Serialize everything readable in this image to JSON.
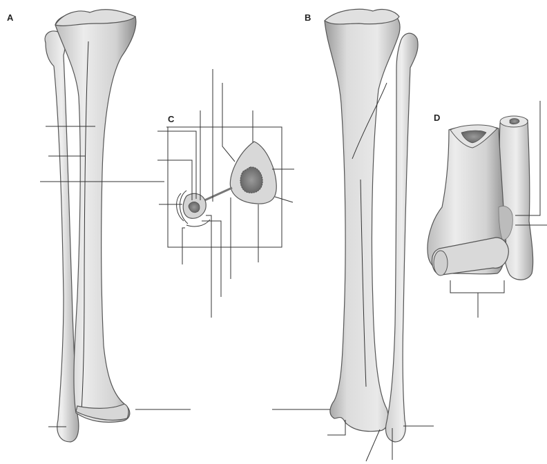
{
  "panels": {
    "a": "A",
    "b": "B",
    "c": "C",
    "d": "D"
  },
  "colors": {
    "bone_light": "#e6e6e6",
    "bone_mid": "#c9c9c9",
    "bone_shadow": "#8e8e8e",
    "marrow": "#6d6d6d",
    "leader": "#333333"
  }
}
